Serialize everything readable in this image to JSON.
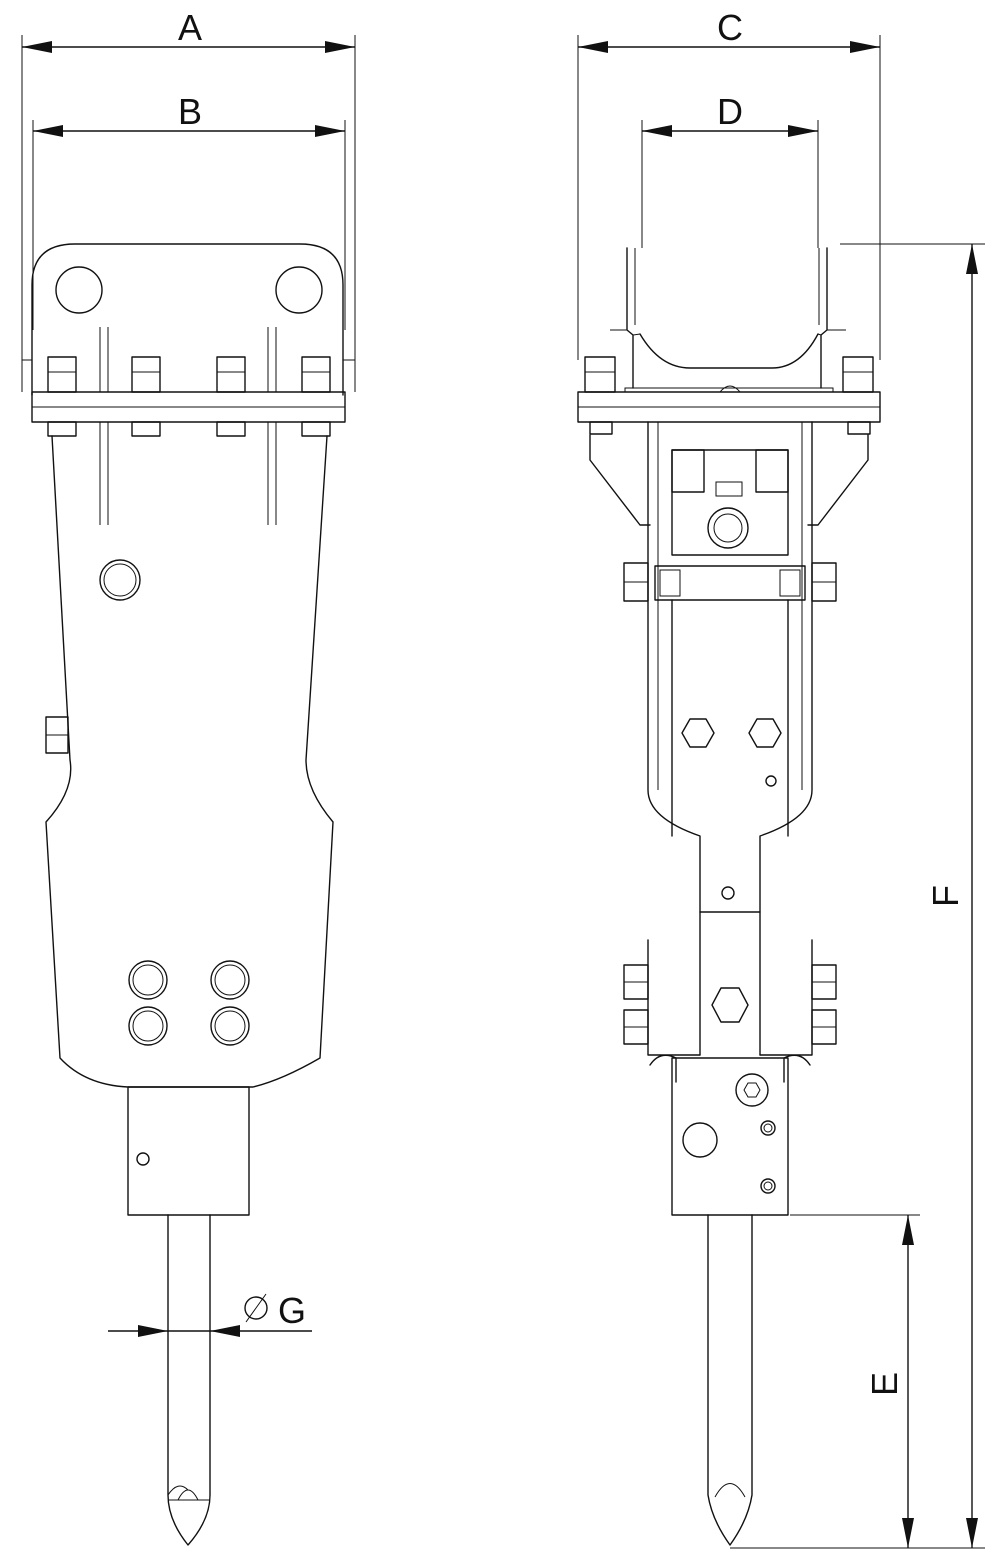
{
  "dimensions": {
    "a": "A",
    "b": "B",
    "c": "C",
    "d": "D",
    "e": "E",
    "f": "F",
    "g": "G",
    "diameter_symbol": "∅"
  }
}
